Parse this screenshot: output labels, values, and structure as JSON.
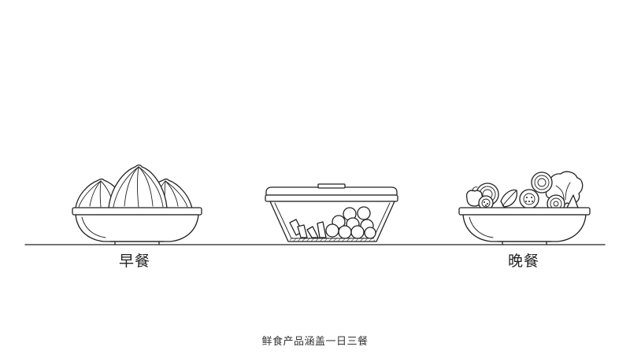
{
  "items": {
    "breakfast": {
      "label": "早餐",
      "icon": "steamed-buns-bowl"
    },
    "middle": {
      "icon": "fresh-food-container"
    },
    "dinner": {
      "label": "晚餐",
      "icon": "vegetable-salad-bowl"
    }
  },
  "caption": "鲜食产品涵盖一日三餐",
  "colors": {
    "line": "#222222",
    "background": "#ffffff"
  }
}
